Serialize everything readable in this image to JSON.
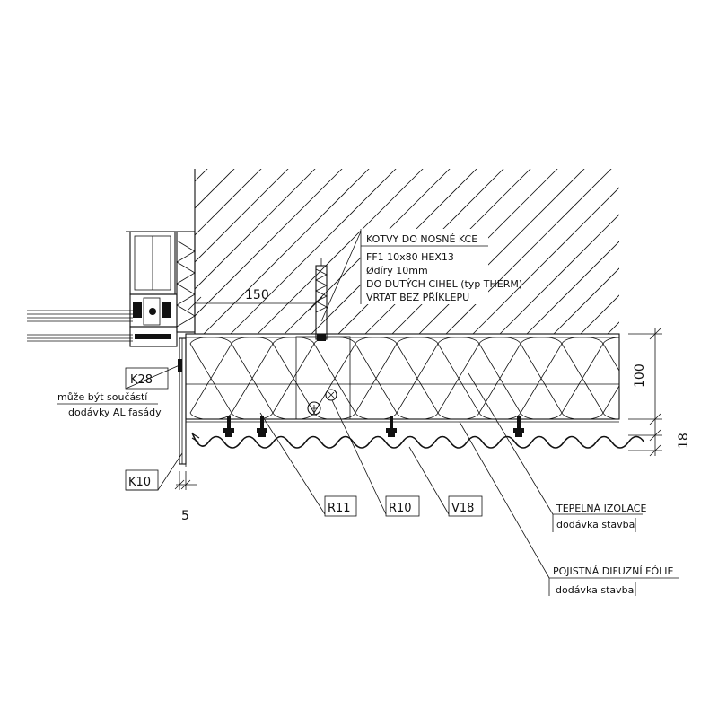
{
  "anchors_note": {
    "title": "KOTVY DO NOSNÉ KCE",
    "line1": "FF1 10x80 HEX13",
    "line2": "Ødíry 10mm",
    "line3": "DO DUTÝCH CIHEL (typ THERM)",
    "line4": "VRTAT BEZ PŘÍKLEPU"
  },
  "dimensions": {
    "d150": "150",
    "d100": "100",
    "d18": "18",
    "d5": "5"
  },
  "tags": {
    "k28": "K28",
    "k10": "K10",
    "r11": "R11",
    "r10": "R10",
    "v18": "V18"
  },
  "k28_note": {
    "line1": "může být součástí",
    "line2": "dodávky AL fasády"
  },
  "insulation_note": {
    "title": "TEPELNÁ IZOLACE",
    "sub": "dodávka stavba"
  },
  "membrane_note": {
    "title": "POJISTNÁ DIFUZNÍ FÓLIE",
    "sub": "dodávka stavba"
  }
}
